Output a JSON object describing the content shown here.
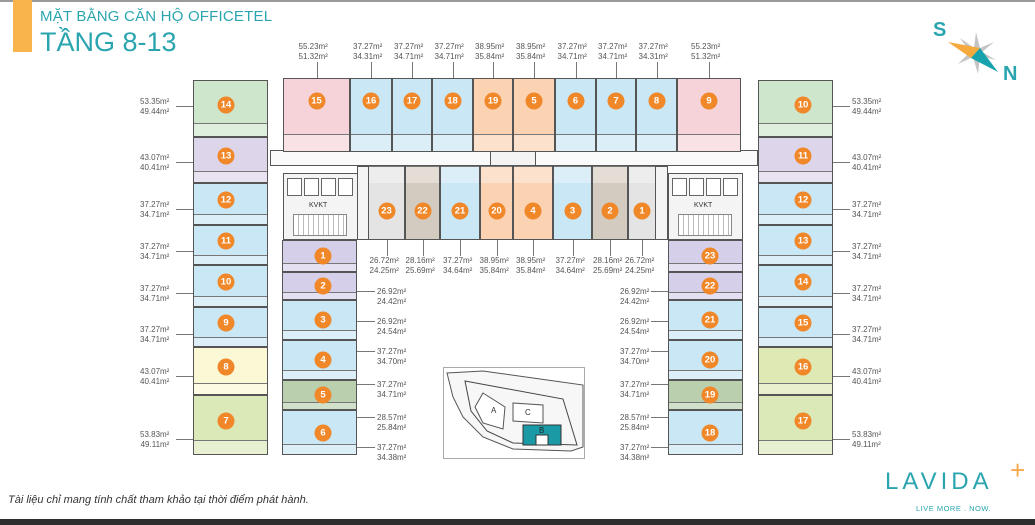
{
  "header": {
    "title": "MẶT BẰNG CĂN HỘ OFFICETEL",
    "floor": "TẦNG 8-13"
  },
  "compass": {
    "south": "S",
    "north": "N"
  },
  "colors": {
    "accent": "#2aa5b0",
    "badge": "#f0882a",
    "brand_plus": "#f5a94a"
  },
  "core": {
    "kvkt": "KVKT"
  },
  "units": {
    "top": [
      {
        "no": "15",
        "gross": "55.23m²",
        "net": "51.32m²",
        "color": "#f6d3d9"
      },
      {
        "no": "16",
        "gross": "37.27m²",
        "net": "34.31m²",
        "color": "#c9e7f5"
      },
      {
        "no": "17",
        "gross": "37.27m²",
        "net": "34.71m²",
        "color": "#c9e7f5"
      },
      {
        "no": "18",
        "gross": "37.27m²",
        "net": "34.71m²",
        "color": "#c9e7f5"
      },
      {
        "no": "19",
        "gross": "38.95m²",
        "net": "35.84m²",
        "color": "#fbd3b3"
      },
      {
        "no": "5",
        "gross": "38.95m²",
        "net": "35.84m²",
        "color": "#fbd3b3"
      },
      {
        "no": "6",
        "gross": "37.27m²",
        "net": "34.71m²",
        "color": "#c9e7f5"
      },
      {
        "no": "7",
        "gross": "37.27m²",
        "net": "34.71m²",
        "color": "#c9e7f5"
      },
      {
        "no": "8",
        "gross": "37.27m²",
        "net": "34.31m²",
        "color": "#c9e7f5"
      },
      {
        "no": "9",
        "gross": "55.23m²",
        "net": "51.32m²",
        "color": "#f6d3d9"
      }
    ],
    "middle": [
      {
        "no": "23",
        "gross": "26.72m²",
        "net": "24.25m²",
        "color": "#e4e4e4"
      },
      {
        "no": "22",
        "gross": "28.16m²",
        "net": "25.69m²",
        "color": "#d4cbc0"
      },
      {
        "no": "21",
        "gross": "37.27m²",
        "net": "34.64m²",
        "color": "#c9e7f5"
      },
      {
        "no": "20",
        "gross": "38.95m²",
        "net": "35.84m²",
        "color": "#fbd3b3"
      },
      {
        "no": "4",
        "gross": "38.95m²",
        "net": "35.84m²",
        "color": "#fbd3b3"
      },
      {
        "no": "3",
        "gross": "37.27m²",
        "net": "34.64m²",
        "color": "#c9e7f5"
      },
      {
        "no": "2",
        "gross": "28.16m²",
        "net": "25.69m²",
        "color": "#d4cbc0"
      },
      {
        "no": "1",
        "gross": "26.72m²",
        "net": "24.25m²",
        "color": "#e4e4e4"
      }
    ],
    "left_outer": [
      {
        "no": "14",
        "gross": "53.35m²",
        "net": "49.44m²",
        "color": "#cde6cc"
      },
      {
        "no": "13",
        "gross": "43.07m²",
        "net": "40.41m²",
        "color": "#ddd5ea"
      },
      {
        "no": "12",
        "gross": "37.27m²",
        "net": "34.71m²",
        "color": "#c9e7f5"
      },
      {
        "no": "11",
        "gross": "37.27m²",
        "net": "34.71m²",
        "color": "#c9e7f5"
      },
      {
        "no": "10",
        "gross": "37.27m²",
        "net": "34.71m²",
        "color": "#c9e7f5"
      },
      {
        "no": "9",
        "gross": "37.27m²",
        "net": "34.71m²",
        "color": "#c9e7f5"
      },
      {
        "no": "8",
        "gross": "43.07m²",
        "net": "40.41m²",
        "color": "#fbf8d5"
      },
      {
        "no": "7",
        "gross": "53.83m²",
        "net": "49.11m²",
        "color": "#dbe9b8"
      }
    ],
    "left_inner": [
      {
        "no": "1",
        "gross": "26.92m²",
        "net": "24.42m²",
        "color": "#d6cfea"
      },
      {
        "no": "2",
        "gross": "26.92m²",
        "net": "24.54m²",
        "color": "#d6cfea"
      },
      {
        "no": "3",
        "gross": "37.27m²",
        "net": "34.70m²",
        "color": "#c9e7f5"
      },
      {
        "no": "4",
        "gross": "37.27m²",
        "net": "34.71m²",
        "color": "#c9e7f5"
      },
      {
        "no": "5",
        "gross": "28.57m²",
        "net": "25.84m²",
        "color": "#b9cfae"
      },
      {
        "no": "6",
        "gross": "37.27m²",
        "net": "34.38m²",
        "color": "#c9e7f5"
      }
    ],
    "right_inner": [
      {
        "no": "23",
        "gross": "26.92m²",
        "net": "24.42m²",
        "color": "#d6cfea"
      },
      {
        "no": "22",
        "gross": "26.92m²",
        "net": "24.54m²",
        "color": "#d6cfea"
      },
      {
        "no": "21",
        "gross": "37.27m²",
        "net": "34.70m²",
        "color": "#c9e7f5"
      },
      {
        "no": "20",
        "gross": "37.27m²",
        "net": "34.71m²",
        "color": "#c9e7f5"
      },
      {
        "no": "19",
        "gross": "28.57m²",
        "net": "25.84m²",
        "color": "#b9cfae"
      },
      {
        "no": "18",
        "gross": "37.27m²",
        "net": "34.38m²",
        "color": "#c9e7f5"
      }
    ],
    "right_outer": [
      {
        "no": "10",
        "gross": "53.35m²",
        "net": "49.44m²",
        "color": "#cde6cc"
      },
      {
        "no": "11",
        "gross": "43.07m²",
        "net": "40.41m²",
        "color": "#ddd5ea"
      },
      {
        "no": "12",
        "gross": "37.27m²",
        "net": "34.71m²",
        "color": "#c9e7f5"
      },
      {
        "no": "13",
        "gross": "37.27m²",
        "net": "34.71m²",
        "color": "#c9e7f5"
      },
      {
        "no": "14",
        "gross": "37.27m²",
        "net": "34.71m²",
        "color": "#c9e7f5"
      },
      {
        "no": "15",
        "gross": "37.27m²",
        "net": "34.71m²",
        "color": "#c9e7f5"
      },
      {
        "no": "16",
        "gross": "43.07m²",
        "net": "40.41m²",
        "color": "#dfe9b3"
      },
      {
        "no": "17",
        "gross": "53.83m²",
        "net": "49.11m²",
        "color": "#dbe9b8"
      }
    ]
  },
  "site_map": {
    "blocks": [
      "A",
      "B",
      "C"
    ],
    "highlight_color": "#1a9aa5"
  },
  "footer": {
    "disclaimer": "Tài liệu chỉ mang tính chất tham khảo tại thời điểm phát hành."
  },
  "brand": {
    "name": "LAVIDA",
    "plus": "+",
    "tagline": "LIVE MORE . NOW."
  }
}
